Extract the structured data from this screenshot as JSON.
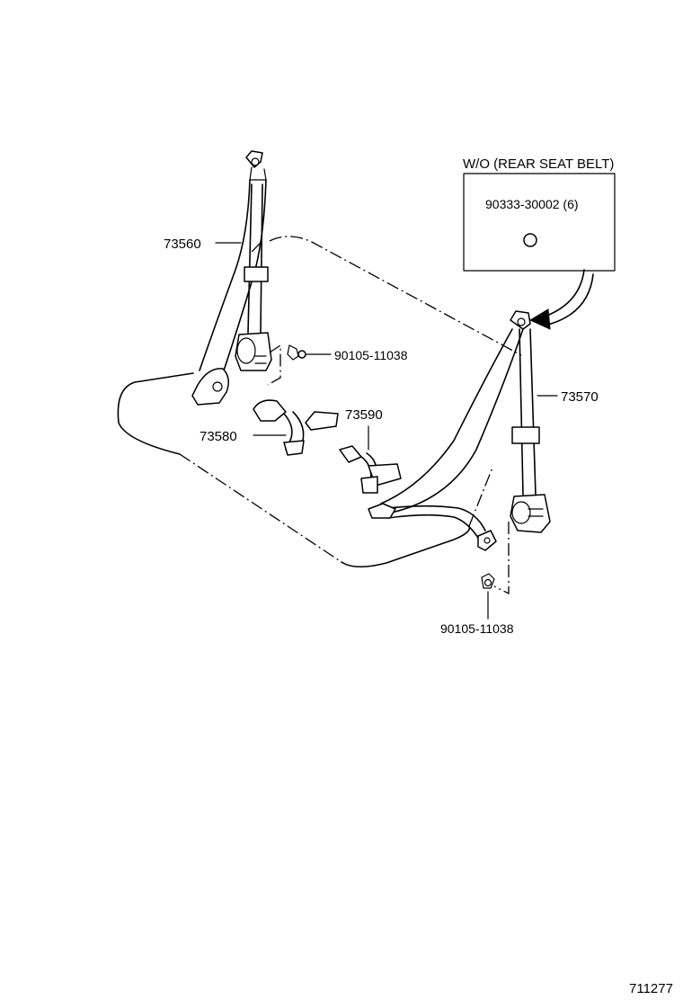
{
  "callouts": {
    "belt_left": "73560",
    "belt_right": "73570",
    "buckle_center": "73580",
    "buckle_small": "73590",
    "bolt_upper": "90105-11038",
    "bolt_lower": "90105-11038"
  },
  "inset": {
    "title": "W/O (REAR SEAT BELT)",
    "part": "90333-30002 (6)"
  },
  "figure_number": "711277"
}
